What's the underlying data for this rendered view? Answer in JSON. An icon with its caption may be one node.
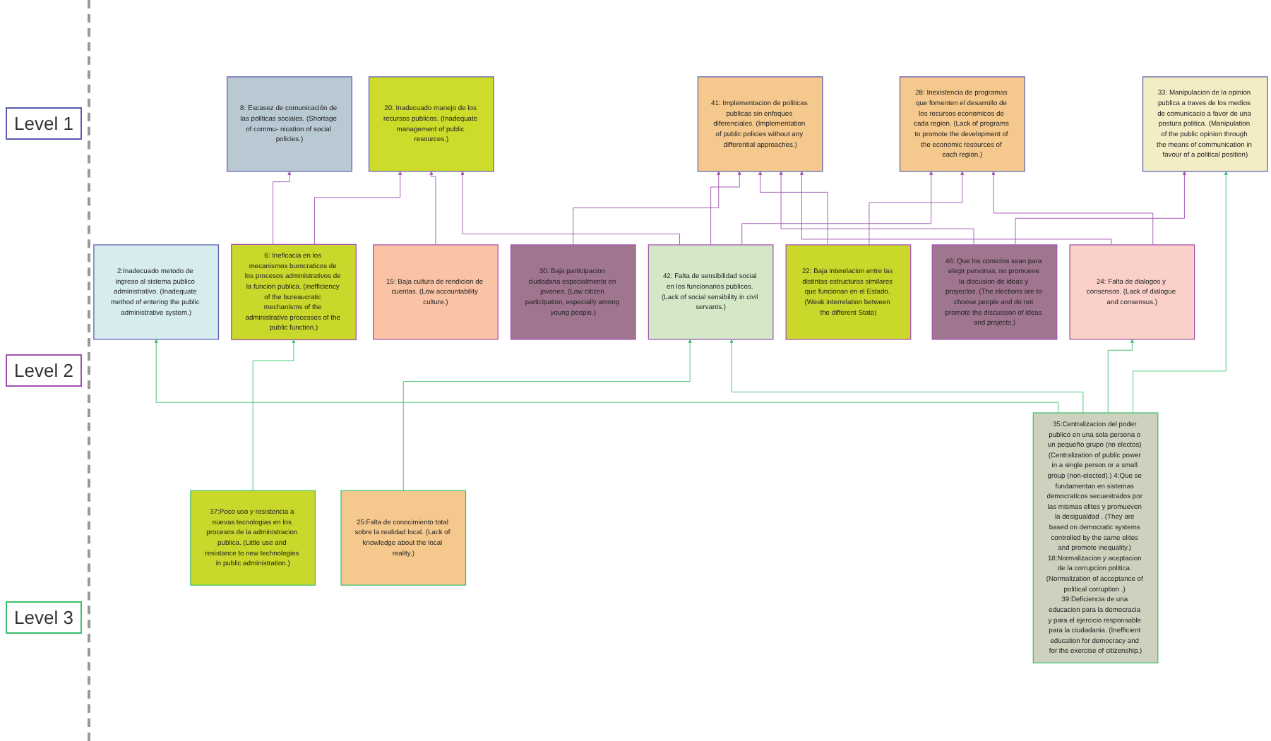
{
  "diagram": {
    "nodes": [
      {
        "text": [
          "8: Escasez de comunicación de las politicas sociales. (Shortage of commu- nication of social policies.)"
        ]
      },
      {
        "text": [
          "20: Inadecuado manejo de los recursos publicos. (Inadequate management of public resources.)"
        ]
      },
      {
        "text": [
          "41: Implementacion de politicas publicas sin enfoques diferenciales. (Implementation of public policies without any differential approaches.)"
        ]
      },
      {
        "text": [
          "28: Inexistencia de programas que fomenten el desarrollo de los recursos economicos de cada region. (Lack of programs to promote the development of the economic resources of each region.)"
        ]
      },
      {
        "text": [
          "33: Manipulacion de la opinion publica a traves de los medios de comunicacio a favor de una postura politica. (Manipulation of the public opinion through the means of communication in favour of a political position)"
        ]
      },
      {
        "text": [
          "2:Inadecuado metodo de ingreso al sistema publico administrativo. (Inadequate method of entering the public administrative system.)"
        ]
      },
      {
        "text": [
          "6: Ineficacia en los mecanismos burocraticos de los procesos administrativos de la funcion publica. (inefficiency of the bureaucratic mechanisms of the administrative processes of the public function.)"
        ]
      },
      {
        "text": [
          "15: Baja cultura de rendicion de cuentas. (Low accountability culture.)"
        ]
      },
      {
        "text": [
          "30: Baja participacion ciudadana especialmente en jovenes. (Low citizen participation, especially among young people.)"
        ]
      },
      {
        "text": [
          "42: Falta de sensibilidad social en los funcionarios publicos. (Lack of social sensibility in civil servants.)"
        ]
      },
      {
        "text": [
          "46: Que los comicios sean para elegir personas, no promueve la discusion de ideas y proyectos. (The elections are to choose people and do not promote the discussion of ideas and projects.)"
        ]
      },
      {
        "text": [
          "22: Baja interelacion entre las distintas estructuras similares que funcionan en el Estado. (Weak interrelation between the different State)"
        ]
      },
      {
        "text": [
          "24: Falta de dialogos y consensos. (Lack of dialogue and consensus.)"
        ]
      },
      {
        "text": [
          "37:Poco uso y resistencia a nuevas tecnologias en los procesos de la administracion publica. (Little use and resistance to new technologies in public administration.)"
        ]
      },
      {
        "text": [
          "25:Falta de conocimiento total sobre la realidad local. (Lack of knowledge about the local reality.)"
        ]
      },
      {
        "text": [
          "35:Centralizacion del poder publico en una sola persona o un pequeño grupo (no electos) (Centralization of public power in a single person or a small group (non-elected).) 4:Que se fundamentan en sistemas democraticos secuestrados por las mismas elites y promueven la desigualdad . (They are based on democratic systems controlled by the same elites and promote inequality.) 18:Normalizacion y aceptacion de la corrupcion politica. (Normalization of acceptance of political corruption .) 39:Deficiencia de una educacion para la democracia y para el ejercicio responsable para la ciudadania. (Inefficient education for democracy and for the exercise of citizenship.)"
        ]
      }
    ],
    "edges": [
      {
        "from": 6,
        "to": 0,
        "arrow": "to"
      },
      {
        "from": 6,
        "to": 1,
        "arrow": "to"
      },
      {
        "from": 7,
        "to": 1,
        "arrow": "to"
      },
      {
        "from": 9,
        "to": 1,
        "arrow": "to"
      },
      {
        "from": 9,
        "to": 2,
        "arrow": "to"
      },
      {
        "from": 8,
        "to": 2,
        "arrow": "to"
      },
      {
        "from": 10,
        "to": 2,
        "arrow": "to"
      },
      {
        "from": 11,
        "to": 2,
        "arrow": "to"
      },
      {
        "from": 12,
        "to": 2,
        "arrow": "to"
      },
      {
        "from": 9,
        "to": 3,
        "arrow": "to"
      },
      {
        "from": 11,
        "to": 3,
        "arrow": "to"
      },
      {
        "from": 12,
        "to": 3,
        "arrow": "to"
      },
      {
        "from": 10,
        "to": 4,
        "arrow": "to"
      },
      {
        "from": 15,
        "to": 4,
        "arrow": "to",
        "color": "#3cbf6e"
      },
      {
        "from": 15,
        "to": 5,
        "arrow": "to",
        "color": "#3cbf6e"
      },
      {
        "from": 13,
        "to": 6,
        "arrow": "to",
        "color": "#3cbf6e"
      },
      {
        "from": 14,
        "to": 9,
        "arrow": "to",
        "color": "#3cbf6e"
      },
      {
        "from": 15,
        "to": 9,
        "arrow": "to",
        "color": "#3cbf6e"
      },
      {
        "from": 15,
        "to": 12,
        "arrow": "to",
        "color": "#3cbf6e"
      }
    ],
    "labels": [
      "Level 1",
      "Level 2",
      "Level 3"
    ]
  }
}
